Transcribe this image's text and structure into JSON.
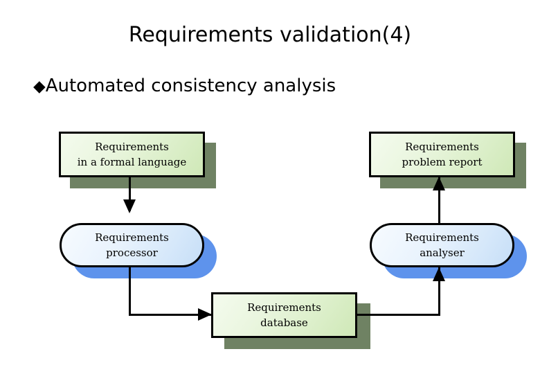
{
  "slide": {
    "title": "Requirements validation(4)",
    "bullet_glyph": "◆",
    "bullet_text": "Automated consistency analysis",
    "background_color": "#ffffff"
  },
  "diagram": {
    "type": "flow-diagram",
    "colors": {
      "green_box_fill_light": "#f4fbee",
      "green_box_fill_dark": "#cfe8b7",
      "green_box_shadow": "#6f8263",
      "blue_box_fill_light": "#f7fbff",
      "blue_box_fill_dark": "#c6def7",
      "blue_box_shadow": "#5e93ec",
      "outline": "#000000",
      "connector": "#000000"
    },
    "nodes": [
      {
        "id": "requirements-in-a-formal-language",
        "shape": "rectangle",
        "style": "green",
        "line1": "Requirements",
        "line2": "in a formal language"
      },
      {
        "id": "requirements-problem-report",
        "shape": "rectangle",
        "style": "green",
        "line1": "Requirements",
        "line2": "problem report"
      },
      {
        "id": "requirements-processor",
        "shape": "rounded-rectangle",
        "style": "blue",
        "line1": "Requirements",
        "line2": "processor"
      },
      {
        "id": "requirements-analyser",
        "shape": "rounded-rectangle",
        "style": "blue",
        "line1": "Requirements",
        "line2": "analyser"
      },
      {
        "id": "requirements-database",
        "shape": "rectangle",
        "style": "green",
        "line1": "Requirements",
        "line2": "database"
      }
    ],
    "edges": [
      {
        "id": "formal-language-to-processor",
        "from": "requirements-in-a-formal-language",
        "to": "requirements-processor",
        "direction": "down"
      },
      {
        "id": "processor-to-database",
        "from": "requirements-processor",
        "to": "requirements-database",
        "direction": "right"
      },
      {
        "id": "database-to-analyser",
        "from": "requirements-database",
        "to": "requirements-analyser",
        "direction": "up"
      },
      {
        "id": "analyser-to-problem-report",
        "from": "requirements-analyser",
        "to": "requirements-problem-report",
        "direction": "up"
      }
    ]
  }
}
